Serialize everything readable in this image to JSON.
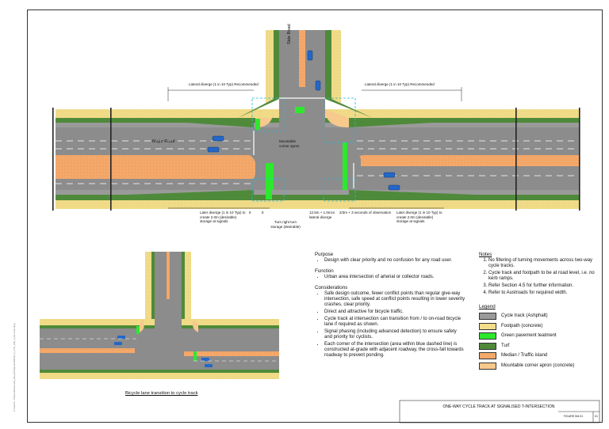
{
  "main_diagram": {
    "road_labels": {
      "side_road": "Side Road",
      "major_road": "Major Road"
    },
    "callouts": {
      "lateral_left": "Lateral diverge (1 in 10 Typ) Recommended",
      "lateral_right": "Lateral diverge (1 in 10 Typ) Recommended",
      "mountable_apron": "Mountable corner apron",
      "left_dim": "Later diverge (1 in 10 Typ) to create 2.0m (desirable) storage at signals.",
      "dim_a": "6",
      "dim_b": "5",
      "right_turn": "Turn right turn storage (desirable)",
      "storage": "12.5m + 1.0mcs lateral diverge",
      "observation": "2/3m + 3 seconds of observation",
      "right_dim": "Later diverge (1 in 10 Typ) to create 2.0m (desirable) storage at signals."
    }
  },
  "lower_diagram": {
    "caption": "Bicycle lane transition to cycle track"
  },
  "purpose": {
    "heading": "Purpose",
    "items": [
      "Design with clear priority and no confusion for any road user."
    ]
  },
  "function": {
    "heading": "Function",
    "items": [
      "Urban area intersection of arterial or collector roads."
    ]
  },
  "considerations": {
    "heading": "Considerations",
    "items": [
      "Safe design outcome, fewer conflict points than regular give-way intersection, safe speed at conflict points resulting in lower severity crashes, clear priority.",
      "Direct and attractive for bicycle traffic.",
      "Cycle track at intersection can transition from / to on-road bicycle lane if required as shown.",
      "Signal phasing (including advanced detection) to ensure safety and priority for cyclists.",
      "Each corner of the intersection (area within blue dashed line) is constructed at-grade with adjacent roadway, the cross-fall towards roadway to prevent ponding."
    ]
  },
  "notes": {
    "heading": "Notes",
    "items": [
      "No filtering of turning movements across two-way cycle tracks.",
      "Cycle track and footpath to be at road level, i.e. no kerb ramps.",
      "Refer Section 4.5 for further information.",
      "Refer to Austroads for required width."
    ]
  },
  "legend": {
    "heading": "Legend",
    "items": [
      {
        "label": "Cycle track (Ashphalt)",
        "color": "#9a9a9a"
      },
      {
        "label": "Footpath (concrete)",
        "color": "#f2dd8a"
      },
      {
        "label": "Green pavement teatment",
        "color": "#2ee82e"
      },
      {
        "label": "Turf",
        "color": "#4f8a3a"
      },
      {
        "label": "Median / Traffic island",
        "color": "#f4a86a"
      },
      {
        "label": "Mountable corner apron (concrete)",
        "color": "#f7c98c"
      }
    ]
  },
  "title_block": {
    "title": "ONE-WAY CYCLE TRACK AT SIGNALISED T-INTERSECTION",
    "figure": "FIGURE 5/6.01",
    "sheet": "01"
  },
  "margin_text": "C:\\Users\\...\\Shared\\Austroads_Bicycle\\Figures\\ROAD_5_6.01_with_cycle track.dwg"
}
